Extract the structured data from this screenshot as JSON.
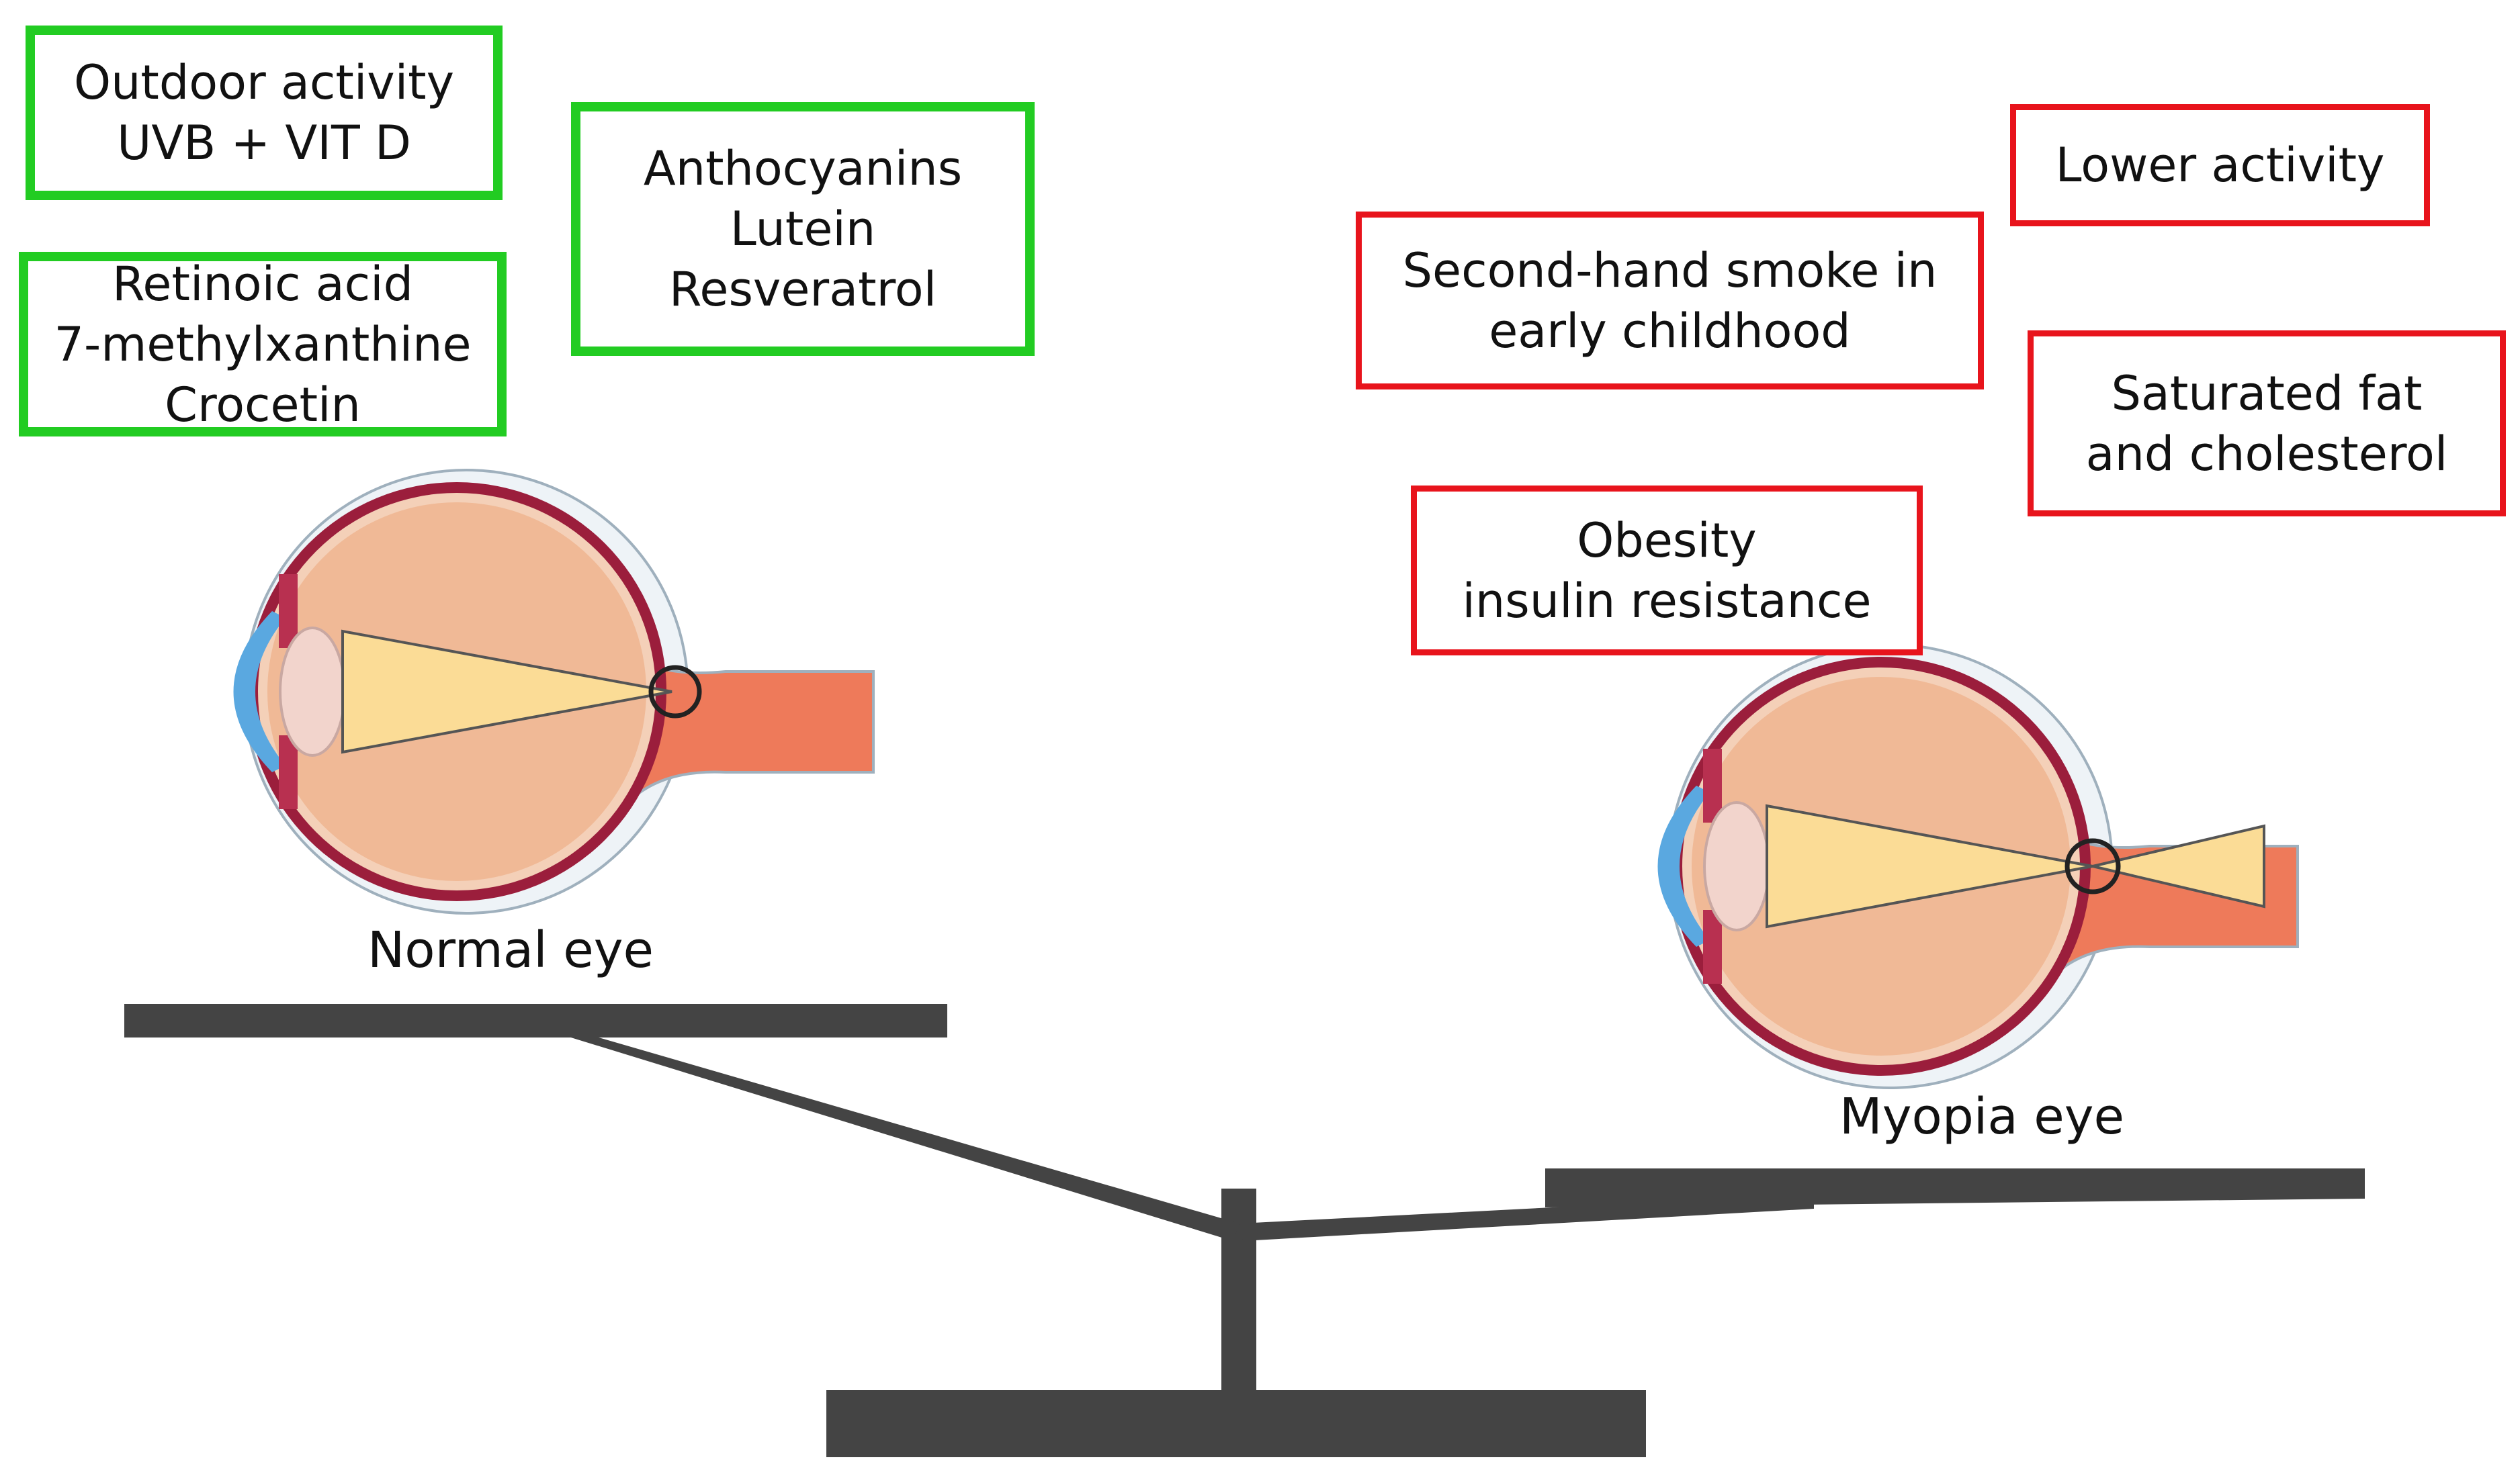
{
  "protective_factors": [
    {
      "lines": [
        "Outdoor activity",
        "UVB + VIT D"
      ]
    },
    {
      "lines": [
        "Retinoic acid",
        "7-methylxanthine",
        "Crocetin"
      ]
    },
    {
      "lines": [
        "Anthocyanins",
        "Lutein",
        "Resveratrol"
      ]
    }
  ],
  "risk_factors": [
    {
      "lines": [
        "Lower activity"
      ]
    },
    {
      "lines": [
        "Second-hand smoke in",
        "early childhood"
      ]
    },
    {
      "lines": [
        "Saturated fat",
        "and cholesterol"
      ]
    },
    {
      "lines": [
        "Obesity",
        "insulin resistance"
      ]
    }
  ],
  "eyes": {
    "normal_label": "Normal eye",
    "myopia_label": "Myopia eye"
  },
  "colors": {
    "protective_border": "#22cc22",
    "risk_border": "#e8141c",
    "scale": "#444444",
    "eyeball": "#f0b996",
    "sclera": "#9b1e3c",
    "light_cone": "#fbdc96",
    "optic_nerve": "#ee7a5a",
    "cornea": "#5aa8e0"
  }
}
